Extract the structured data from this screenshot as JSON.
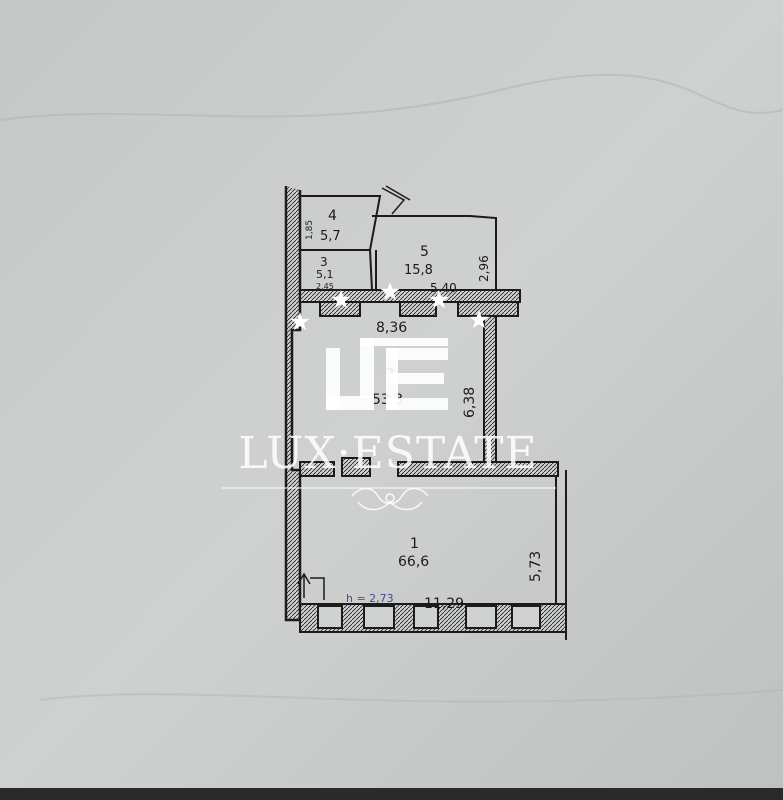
{
  "photo": {
    "paper_color": "#c9cbcb",
    "ink_color": "#1b1b1b"
  },
  "floor_plan": {
    "rooms": [
      {
        "number": "4",
        "area": "5,7",
        "side_dim": "1,85"
      },
      {
        "number": "3",
        "area": "5,1",
        "side_dim": "2,45"
      },
      {
        "number": "5",
        "area": "15,8",
        "width_dim": "5,40",
        "height_dim": "2,96"
      },
      {
        "number": "2",
        "area": "53,3",
        "width_dim": "8,36",
        "height_dim": "6,38"
      },
      {
        "number": "1",
        "area": "66,6",
        "width_dim": "11,29",
        "height_dim": "5,73"
      }
    ],
    "ceiling_height_note": "h = 2,73"
  },
  "watermark": {
    "brand": "LUX·ESTATE",
    "logo_icon": "le-monogram-icon",
    "stars_icon": "star-icon",
    "color": "#ffffff"
  }
}
